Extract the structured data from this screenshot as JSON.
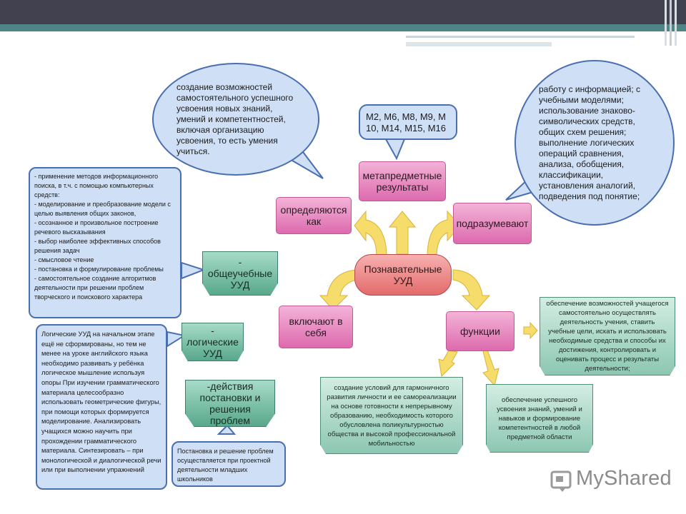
{
  "center": "Познавательные УУД",
  "nodes": {
    "meta": "метапредметные результаты",
    "opr": "определяются как",
    "podr": "подразумевают",
    "vkl": "включают в себя",
    "func": "функции"
  },
  "green": {
    "obsh": "- общеучебные УУД",
    "log": "- логические УУД",
    "dey": "-действия постановки и решения проблем"
  },
  "bubbles": {
    "opr": "создание возможностей самостоятельного успешного усвоения новых знаний, умений и компетентностей, включая организацию усвоения, то есть умения учиться.",
    "meta": "М2, М6, М8, М9, М 10, М14, М15, М16",
    "podr": "работу с информацией; с учебными моделями; использование знаково-символических средств, общих схем решения; выполнение логических операций сравнения, анализа, обобщения, классификации, установления аналогий, подведения под понятие;"
  },
  "boxes": {
    "obsh": [
      "- применение методов информационного поиска, в т.ч. с помощью компьютерных средств:",
      "- моделирование и преобразование модели с целью выявления общих законов,",
      "- осознанное и произвольное построение речевого высказывания",
      "- выбор наиболее эффективных способов решения задач",
      "- смысловое чтение",
      "- постановка и формулирование проблемы",
      "- самостоятельное создание алгоритмов деятельности при решении проблем творческого и поискового характера"
    ],
    "log": "Логические УУД на начальном этапе ещё не сформированы, но тем не менее на уроке английского языка необходимо развивать у ребёнка логическое мышление используя опоры При изучении грамматического материала целесообразно использовать геометрические фигуры, при помощи которых формируется моделирование. Анализировать учащихся можно научить при прохождении грамматического материала. Синтезировать – при монологической и диалогической речи или при выполнении упражнений",
    "dey": "Постановка и решение проблем осуществляется при проектной деятельности младших школьников"
  },
  "func": {
    "f1": "обеспечение возможностей учащегося самостоятельно осуществлять деятельность учения, ставить учебные цели, искать и использовать необходимые средства и способы их достижения, контролировать и оценивать процесс и результаты деятельности;",
    "f2": "создание условий для гармоничного развития личности и ее самореализации на основе готовности к непрерывному образованию, необходимость которого обусловлена поликультурностью общества и высокой профессиональной мобильностью",
    "f3": "обеспечение успешного усвоения знаний, умений и навыков и формирование компетентностей в любой предметной области"
  },
  "watermark": "MyShared",
  "colors": {
    "topbar": "#41414f",
    "teal": "#4f8585",
    "bubble_fill": "#cfe0f6",
    "bubble_border": "#4a6fb0",
    "arrow": "#f6dc6a"
  }
}
